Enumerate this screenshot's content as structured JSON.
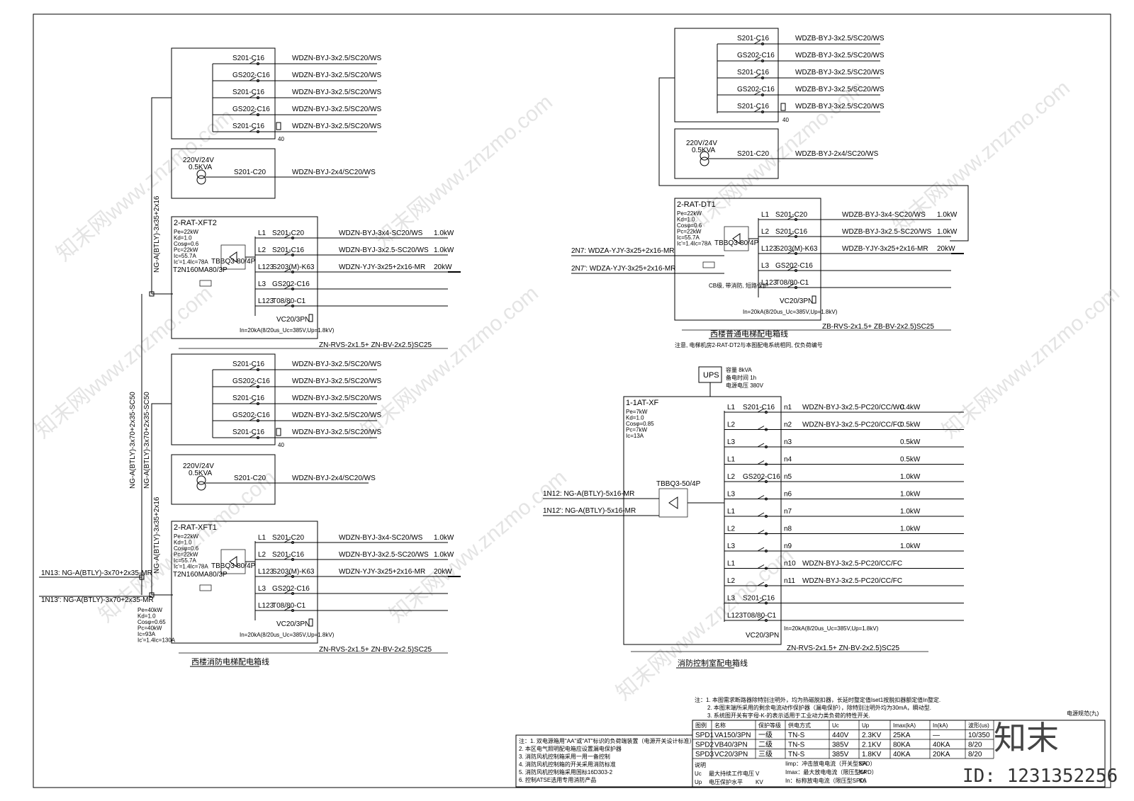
{
  "panels": {
    "xft2": {
      "title": "2-RAT-XFT2",
      "params": [
        "Pe=22kW",
        "Kd=1.0",
        "Cosφ=0.6",
        "Pc=22kW",
        "Ic=55.7A",
        "Ic'=1.4Ic=78A"
      ],
      "switch": "TBBQ3-80/4P",
      "breaker": "T2N160MA80/3P",
      "circuits": [
        {
          "phase": "L1",
          "breaker": "S201-C20",
          "cable": "WDZN-BYJ-3x4-SC20/WS",
          "load": "1.0kW"
        },
        {
          "phase": "L2",
          "breaker": "S201-C16",
          "cable": "WDZN-BYJ-3x2.5-SC20/WS",
          "load": "1.0kW"
        },
        {
          "phase": "L123",
          "breaker": "S203(M)-K63",
          "cable": "WDZN-YJY-3x25+2x16-MR",
          "load": "20kW"
        },
        {
          "phase": "L3",
          "breaker": "GS202-C16",
          "cable": "",
          "load": ""
        },
        {
          "phase": "L123",
          "breaker": "T08/80-C1",
          "cable": "",
          "load": ""
        }
      ],
      "spd": "VC20/3PN",
      "spd_note": "In=20kA(8/20us_Uc=385V,Up=1.8kV)",
      "bottom_cable": "ZN-RVS-2x1.5+  ZN-BV-2x2.5)SC25"
    },
    "xft1": {
      "title": "2-RAT-XFT1",
      "params": [
        "Pe=22kW",
        "Kd=1.0",
        "Cosφ=0.6",
        "Pc=22kW",
        "Ic=55.7A",
        "Ic'=1.4Ic=78A"
      ],
      "switch": "TBBQ3-80/4P",
      "breaker": "T2N160MA80/3P",
      "circuits": [
        {
          "phase": "L1",
          "breaker": "S201-C20",
          "cable": "WDZN-BYJ-3x4-SC20/WS",
          "load": "1.0kW"
        },
        {
          "phase": "L2",
          "breaker": "S201-C16",
          "cable": "WDZN-BYJ-3x2.5-SC20/WS",
          "load": "1.0kW"
        },
        {
          "phase": "L123",
          "breaker": "S203(M)-K63",
          "cable": "WDZN-YJY-3x25+2x16-MR",
          "load": "20kW"
        },
        {
          "phase": "L3",
          "breaker": "GS202-C16",
          "cable": "",
          "load": ""
        },
        {
          "phase": "L123",
          "breaker": "T08/80-C1",
          "cable": "",
          "load": ""
        }
      ],
      "spd": "VC20/3PN",
      "spd_note": "In=20kA(8/20us_Uc=385V,Up=1.8kV)",
      "bottom_cable": "ZN-RVS-2x1.5+  ZN-BV-2x2.5)SC25",
      "feed_params": [
        "Pe=40kW",
        "Kd=1.0",
        "Cosφ=0.65",
        "Pc=40kW",
        "Ic=93A",
        "Ic'=1.4Ic=130A"
      ]
    },
    "dt1": {
      "title": "2-RAT-DT1",
      "params": [
        "Pe=22kW",
        "Kd=1.0",
        "Cosφ=0.6",
        "Pc=22kW",
        "Ic=55.7A",
        "Ic'=1.4Ic=78A"
      ],
      "switch": "TBBQ3-80/4P",
      "circuits": [
        {
          "phase": "L1",
          "breaker": "S201-C20",
          "cable": "WDZB-BYJ-3x4-SC20/WS",
          "load": "1.0kW"
        },
        {
          "phase": "L2",
          "breaker": "S201-C16",
          "cable": "WDZB-BYJ-3x2.5-SC20/WS",
          "load": "1.0kW"
        },
        {
          "phase": "L123",
          "breaker": "S203(M)-K63",
          "cable": "WDZB-YJY-3x25+2x16-MR",
          "load": "20kW"
        },
        {
          "phase": "L3",
          "breaker": "GS202-C16",
          "cable": "",
          "load": ""
        },
        {
          "phase": "L123",
          "breaker": "T08/80-C1",
          "cable": "",
          "load": ""
        }
      ],
      "spd": "VC20/3PN",
      "spd_note": "In=20kA(8/20us_Uc=385V,Up=1.8kV)",
      "bottom_cable": "ZB-RVS-2x1.5+  ZB-BV-2x2.5)SC25",
      "in_lines": [
        "2N7:  WDZA-YJY-3x25+2x16-MR",
        "2N7':  WDZA-YJY-3x25+2x16-MR"
      ],
      "cb_text": "CB级, 带消防, 短路保护"
    },
    "af": {
      "title": "1-1AT-XF",
      "params": [
        "Pe=7kW",
        "Kd=1.0",
        "Cosφ=0.85",
        "Pc=7kW",
        "Ic=13A"
      ],
      "switch": "TBBQ3-50/4P",
      "ups": "UPS",
      "ups_params": [
        "容量  8kVA",
        "备电时间  1h",
        "电源电压  380V"
      ],
      "in_lines": [
        "1N12:  NG-A(BTLY)-5x16-MR",
        "1N12':  NG-A(BTLY)-5x16-MR"
      ],
      "circuits": [
        {
          "phase": "L1",
          "breaker": "S201-C16",
          "num": "n1",
          "cable": "WDZN-BYJ-3x2.5-PC20/CC/WC",
          "load": "0.4kW"
        },
        {
          "phase": "L2",
          "breaker": "",
          "num": "n2",
          "cable": "WDZN-BYJ-3x2.5-PC20/CC/FC",
          "load": "0.5kW"
        },
        {
          "phase": "L3",
          "breaker": "",
          "num": "n3",
          "cable": "",
          "load": "0.5kW"
        },
        {
          "phase": "L1",
          "breaker": "",
          "num": "n4",
          "cable": "",
          "load": "0.5kW"
        },
        {
          "phase": "L2",
          "breaker": "GS202-C16",
          "num": "n5",
          "cable": "",
          "load": "1.0kW"
        },
        {
          "phase": "L3",
          "breaker": "",
          "num": "n6",
          "cable": "",
          "load": "1.0kW"
        },
        {
          "phase": "L1",
          "breaker": "",
          "num": "n7",
          "cable": "",
          "load": "1.0kW"
        },
        {
          "phase": "L2",
          "breaker": "",
          "num": "n8",
          "cable": "",
          "load": "1.0kW"
        },
        {
          "phase": "L3",
          "breaker": "",
          "num": "n9",
          "cable": "",
          "load": "1.0kW"
        },
        {
          "phase": "L1",
          "breaker": "",
          "num": "n10",
          "cable": "WDZN-BYJ-3x2.5-PC20/CC/FC",
          "load": ""
        },
        {
          "phase": "L2",
          "breaker": "",
          "num": "n11",
          "cable": "WDZN-BYJ-3x2.5-PC20/CC/FC",
          "load": ""
        },
        {
          "phase": "L3",
          "breaker": "S201-C16",
          "num": "",
          "cable": "",
          "load": ""
        },
        {
          "phase": "L123",
          "breaker": "T08/80-C1",
          "num": "",
          "cable": "",
          "load": ""
        }
      ],
      "spd": "VC20/3PN",
      "spd_note": "In=20kA(8/20us_Uc=385V,Up=1.8kV)",
      "bottom_cable": "ZN-RVS-2x1.5+  ZN-BV-2x2.5)SC25"
    }
  },
  "sub_boxes": {
    "upper_rows": [
      {
        "breaker": "S201-C16",
        "cable": "WDZN-BYJ-3x2.5/SC20/WS"
      },
      {
        "breaker": "GS202-C16",
        "cable": "WDZN-BYJ-3x2.5/SC20/WS"
      },
      {
        "breaker": "S201-C16",
        "cable": "WDZN-BYJ-3x2.5/SC20/WS"
      },
      {
        "breaker": "GS202-C16",
        "cable": "WDZN-BYJ-3x2.5/SC20/WS"
      },
      {
        "breaker": "S201-C16",
        "cable": "WDZN-BYJ-3x2.5/SC20/WS"
      }
    ],
    "right_rows": [
      {
        "breaker": "S201-C16",
        "cable": "WDZB-BYJ-3x2.5/SC20/WS"
      },
      {
        "breaker": "GS202-C16",
        "cable": "WDZB-BYJ-3x2.5/SC20/WS"
      },
      {
        "breaker": "S201-C16",
        "cable": "WDZB-BYJ-3x2.5/SC20/WS"
      },
      {
        "breaker": "GS202-C16",
        "cable": "WDZB-BYJ-3x2.5/SC20/WS"
      },
      {
        "breaker": "S201-C16",
        "cable": "WDZB-BYJ-3x2.5/SC20/WS"
      }
    ],
    "heater": "40",
    "transformer": [
      "220V/24V",
      "0.5KVA"
    ],
    "tr_breaker": "S201-C20",
    "tr_cable_n": "WDZN-BYJ-2x4/SC20/WS",
    "tr_cable_b": "WDZB-BYJ-2x4/SC20/WS"
  },
  "feeders": {
    "vertical_upper": "NG-A(BTLY)-3x35+2x16",
    "vertical_mid1": "NG-A(BTLY)-3x70+2x35-SC50",
    "vertical_mid2": "NG-A(BTLY)-3x70+2x35-SC50",
    "vertical_lower": "NG-A(BTLY)-3x35+2x16",
    "in1": "1N13:  NG-A(BTLY)-3x70+2x35-MR",
    "in2": "1N13':  NG-A(BTLY)-3x70+2x35-MR"
  },
  "titles": {
    "left": "西楼消防电梯配电箱线",
    "right_top": "西楼普通电梯配电箱线",
    "right_mid": "消防控制室配电箱线",
    "dt2_note": "注意, 电梯机房2-RAT-DT2与本图配电系统相同, 仅负荷编号"
  },
  "notes": [
    "注：1. 本图需求断路器除特别注明外，均为热磁脱扣器，长延时整定值Iset1按脱扣器额定值In整定.",
    "2. 本图末端所采用的剩余电流动作保护器（漏电保护），除特别注明外均为30mA，瞬动型.",
    "3. 系统图开关有字母-K-的表示适用于工业动力类负荷的特性开关."
  ],
  "spd_table": {
    "headers": [
      "图例",
      "名称",
      "保护等级",
      "供电方式",
      "Uc",
      "Up",
      "Imax(kA)",
      "In(kA)",
      "波形(us)"
    ],
    "rows": [
      [
        "SPD1",
        "VA150/3PN",
        "一级",
        "TN-S",
        "440V",
        "2.3KV",
        "25KA",
        "—",
        "10/350"
      ],
      [
        "SPD2",
        "VB40/3PN",
        "二级",
        "TN-S",
        "385V",
        "2.1KV",
        "80KA",
        "40KA",
        "8/20"
      ],
      [
        "SPD3",
        "VC20/3PN",
        "三级",
        "TN-S",
        "385V",
        "1.8KV",
        "40KA",
        "20KA",
        "8/20"
      ]
    ],
    "legend": [
      [
        "说明",
        "",
        ""
      ],
      [
        "Uc",
        "最大持续工作电压",
        "V"
      ],
      [
        "Up",
        "电压保护水平",
        "KV"
      ]
    ],
    "legend2": [
      [
        "Iimp：冲击放电电流（开关型SPD）",
        "KA"
      ],
      [
        "Imax：最大放电电流（限压型SPD）",
        "KA"
      ],
      [
        "In：标称放电电流（限压型SPD）",
        "KA"
      ]
    ],
    "corner": "电源规范(九)"
  },
  "left_notes": [
    "注：1. 双电源箱用\"AA\"或\"AT\"标识的负荷端装置（电源开关设计标准）",
    "2. 本区电气照明配电箱应设置漏电保护器",
    "3. 消防风机控制箱采用一用一备控制",
    "4. 消防风机控制箱的开关采用消防标准",
    "5. 消防风机控制箱采用国标16D303-2",
    "6. 控制ATSE选用专用消防产品"
  ],
  "brand": {
    "logo": "知末",
    "id": "ID: 1231352256",
    "watermark": "知末网www.znzmo.com"
  }
}
